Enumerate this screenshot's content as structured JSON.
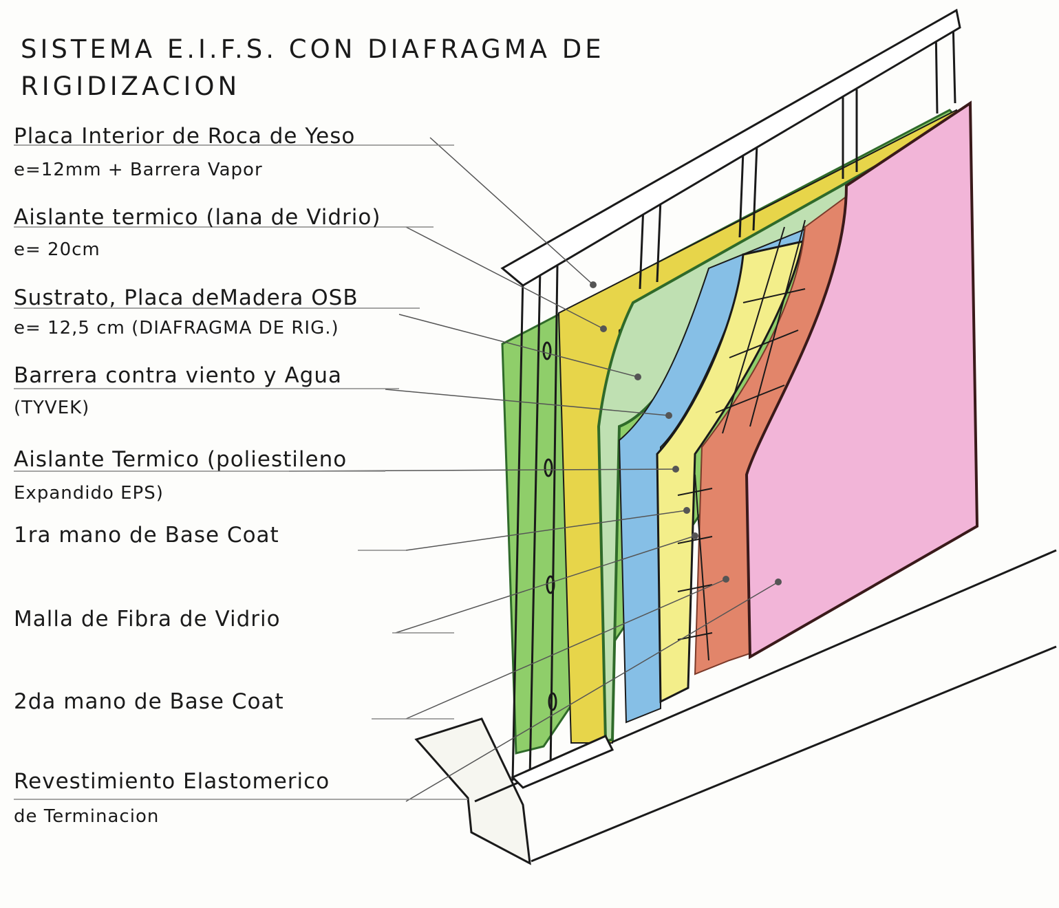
{
  "title": {
    "line1": "SISTEMA E.I.F.S. CON DIAFRAGMA DE",
    "line2": "RIGIDIZACION"
  },
  "labels": [
    {
      "line1": "Placa Interior de Roca de Yeso",
      "line2": "e=12mm + Barrera Vapor"
    },
    {
      "line1": "Aislante termico (lana de Vidrio)",
      "line2": "e= 20cm"
    },
    {
      "line1": "Sustrato, Placa deMadera OSB",
      "line2": "e= 12,5 cm (DIAFRAGMA DE RIG.)"
    },
    {
      "line1": "Barrera contra viento y Agua",
      "line2": "(TYVEK)"
    },
    {
      "line1": "Aislante Termico (poliestileno",
      "line2": "Expandido EPS)"
    },
    {
      "line1": "1ra mano de Base Coat",
      "line2": ""
    },
    {
      "line1": "Malla de Fibra de Vidrio",
      "line2": ""
    },
    {
      "line1": "2da mano de Base Coat",
      "line2": ""
    },
    {
      "line1": "Revestimiento Elastomerico",
      "line2": "de Terminacion"
    }
  ],
  "colors": {
    "gypsum": "#8fce6a",
    "glass_wool": "#e7d54a",
    "osb": "#bfe0b2",
    "tyvek": "#86bfe6",
    "eps": "#f3ee8a",
    "base_coat": "#e2856a",
    "finish": "#f2b5d8",
    "ink": "#1a1a1a"
  }
}
